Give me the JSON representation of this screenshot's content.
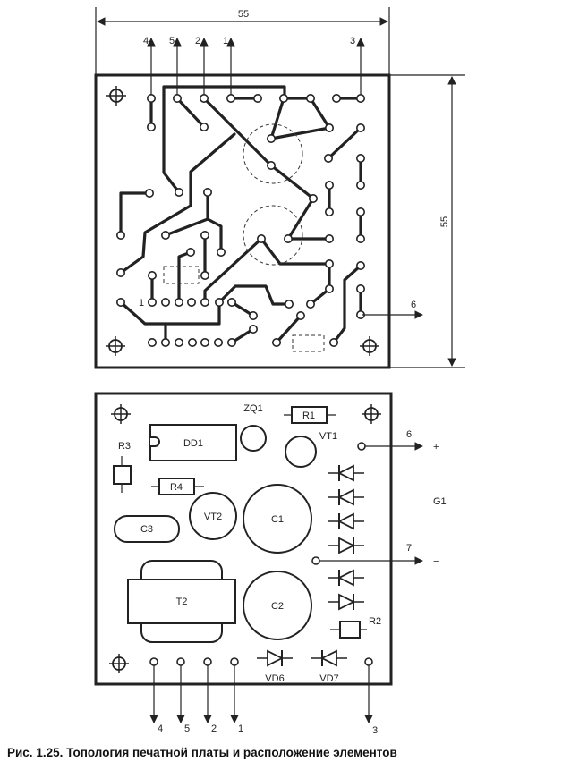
{
  "dimensions": {
    "width": "55",
    "height": "55"
  },
  "top_board": {
    "pin_labels": [
      "4",
      "5",
      "2",
      "1",
      "3"
    ],
    "output_label": "6",
    "ic_pin1_label": "1"
  },
  "bottom_board": {
    "components": {
      "zq1": "ZQ1",
      "r1": "R1",
      "vt1": "VT1",
      "dd1": "DD1",
      "r3": "R3",
      "r4": "R4",
      "vt2": "VT2",
      "c1": "C1",
      "c3": "C3",
      "t2": "T2",
      "c2": "C2",
      "r2": "R2",
      "vd6": "VD6",
      "vd7": "VD7",
      "g1": "G1"
    },
    "terminals": {
      "t6": "6",
      "t6_sign": "+",
      "t7": "7",
      "t7_sign": "−"
    },
    "pin_labels": [
      "4",
      "5",
      "2",
      "1",
      "3"
    ]
  },
  "caption": "Рис. 1.25. Топология печатной платы и расположение элементов"
}
